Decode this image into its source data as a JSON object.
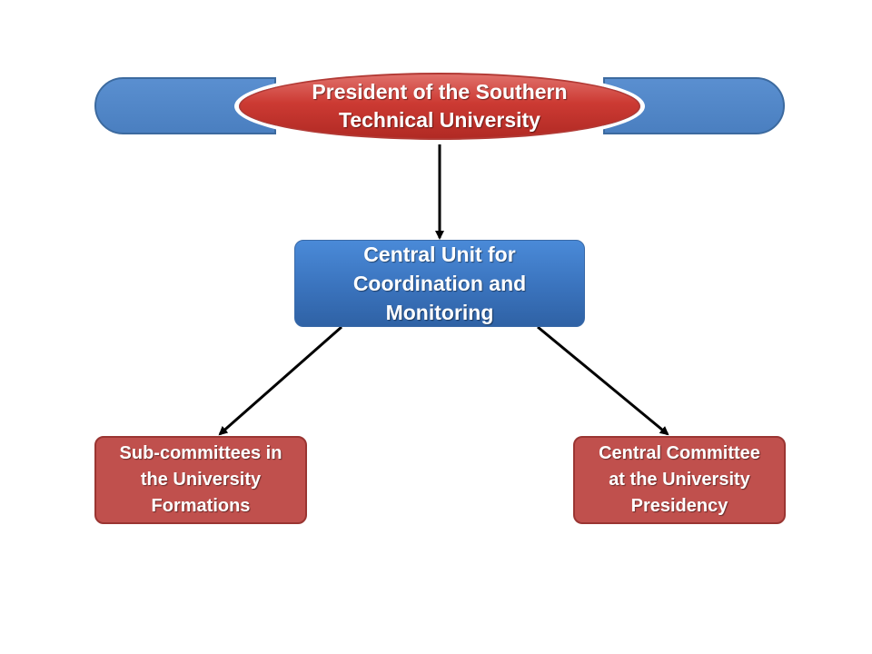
{
  "diagram": {
    "top_node": {
      "lines": [
        "President of the Southern",
        "Technical University"
      ]
    },
    "middle_node": {
      "lines": [
        "Central Unit for",
        "Coordination and",
        "Monitoring"
      ]
    },
    "left_leaf": {
      "lines": [
        "Sub-committees in",
        "the University",
        "Formations"
      ]
    },
    "right_leaf": {
      "lines": [
        "Central Committee",
        "at the University",
        "Presidency"
      ]
    },
    "colors": {
      "red_node": "#c0504d",
      "blue_node": "#3a73bd",
      "blue_tab": "#4f81bd",
      "arrow": "#000000"
    },
    "edges": [
      {
        "from": "top_node",
        "to": "middle_node"
      },
      {
        "from": "middle_node",
        "to": "left_leaf"
      },
      {
        "from": "middle_node",
        "to": "right_leaf"
      }
    ]
  }
}
